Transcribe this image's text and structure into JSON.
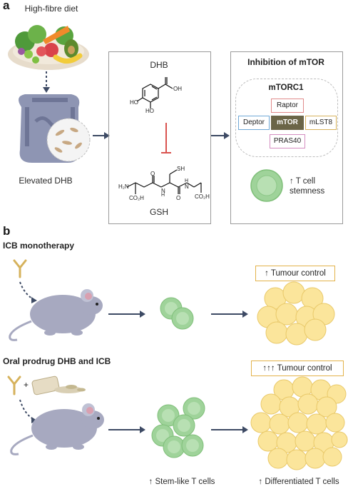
{
  "panel_a": {
    "letter": "a",
    "diet_label": "High-fibre diet",
    "gut_label": "Elevated DHB",
    "dhb_label": "DHB",
    "gsh_label": "GSH",
    "chem": {
      "oh": "OH",
      "ho": "HO",
      "o": "O",
      "sh": "SH",
      "h2n": "H₂N",
      "co2h": "CO₂H",
      "h": "H",
      "n": "N"
    },
    "inhibition_title": "Inhibition of mTOR",
    "complex_title": "mTORC1",
    "raptor": "Raptor",
    "deptor": "Deptor",
    "mtor": "mTOR",
    "mlst8": "mLST8",
    "pras40": "PRAS40",
    "stemness_line1": "↑ T cell",
    "stemness_line2": "stemness"
  },
  "panel_b": {
    "letter": "b",
    "mono_title": "ICB monotherapy",
    "mono_result": "↑ Tumour control",
    "combo_title": "Oral prodrug DHB and ICB",
    "plus": "+",
    "combo_result": "↑↑↑ Tumour control",
    "stem_label": "↑ Stem-like T cells",
    "diff_label": "↑ Differentiated T cells"
  },
  "colors": {
    "arrow": "#3d4a64",
    "inhibit": "#d9534f",
    "raptor": "#e08a8a",
    "deptor": "#6fa8d6",
    "mtor": "#6b6547",
    "mlst8": "#d6b25c",
    "pras40": "#d48cc0",
    "green_cell": "#9fd39a",
    "yellow_cell": "#fbe59b",
    "mouse": "#a7a9c0"
  }
}
